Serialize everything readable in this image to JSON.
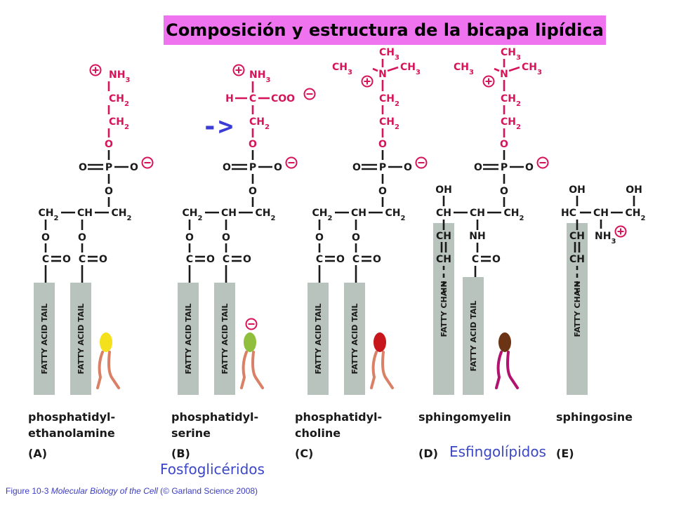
{
  "title": "Composición y estructura de la bicapa lipídica",
  "arrow": "->",
  "groups": {
    "phosphoglycerides": "Fosfoglicéridos",
    "sphingolipids": "Esfingolípidos"
  },
  "footer": {
    "figure": "Figure 10-3",
    "book": "Molecular Biology of the Cell",
    "publisher": "(© Garland Science 2008)"
  },
  "atoms": {
    "nh3": "NH3",
    "ch2": "CH2",
    "ch": "CH",
    "ch3": "CH3",
    "o": "O",
    "p": "P",
    "n": "N",
    "c": "C",
    "h": "H",
    "coo": "COO",
    "oh": "OH",
    "nh": "NH",
    "hc": "HC"
  },
  "tails": {
    "fatty_acid": "FATTY ACID TAIL",
    "fatty_chain": "FATTY CHAIN"
  },
  "molecules": [
    {
      "name1": "phosphatidyl-",
      "name2": "ethanolamine",
      "letter": "(A)",
      "head_color": "#f5e01e"
    },
    {
      "name1": "phosphatidyl-",
      "name2": "serine",
      "letter": "(B)",
      "head_color": "#8fbf3c"
    },
    {
      "name1": "phosphatidyl-",
      "name2": "choline",
      "letter": "(C)",
      "head_color": "#c8161d"
    },
    {
      "name1": "sphingomyelin",
      "name2": "",
      "letter": "(D)",
      "head_color": "#6b3414"
    },
    {
      "name1": "sphingosine",
      "name2": "",
      "letter": "(E)",
      "head_color": ""
    }
  ],
  "colors": {
    "charge": "#d6145a",
    "headgroup": "#d6145a",
    "tail_box": "#b9c3bd",
    "tail_icon": "#d98066",
    "sphingo_tail": "#b0126e"
  }
}
